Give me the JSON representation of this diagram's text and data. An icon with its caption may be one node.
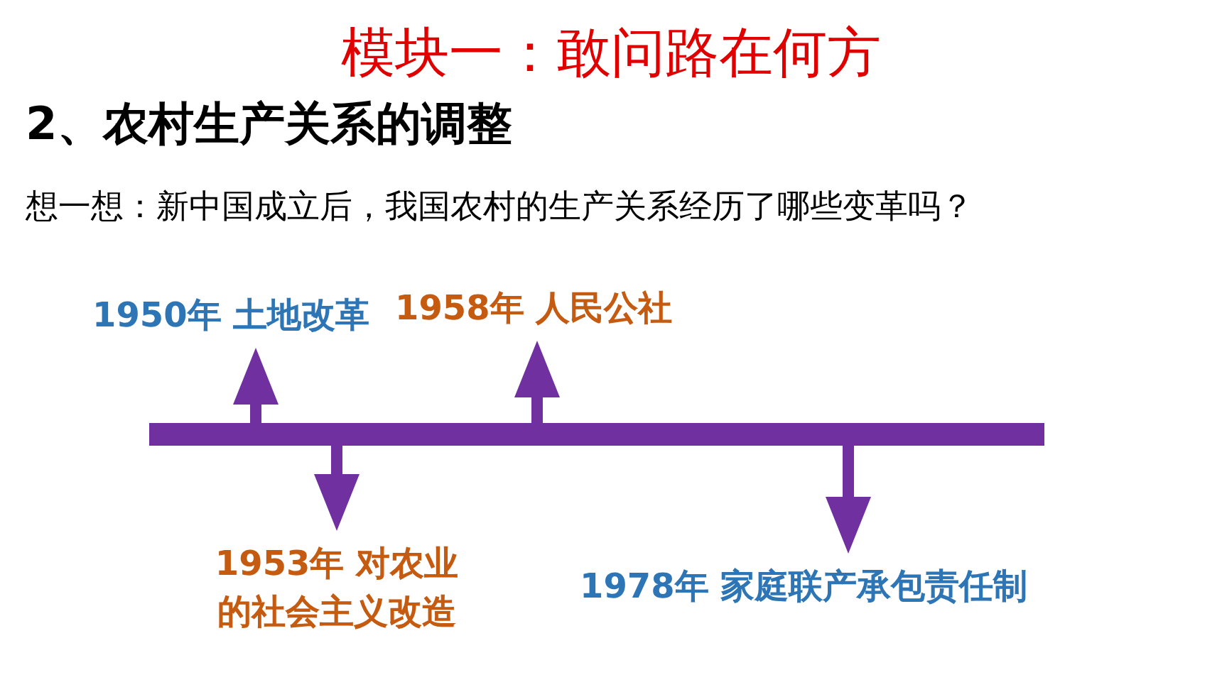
{
  "diagram": {
    "title": "模块一：敢问路在何方",
    "nodes": [
      {
        "text": [],
        "shape": "bar"
      },
      {
        "text": [
          "1950年 土地改革"
        ]
      },
      {
        "text": [
          "1958年 人民公社"
        ]
      },
      {
        "text": [
          "1953年 对农业的社会主义改造"
        ]
      },
      {
        "text": [
          "1978年 家庭联产承包责任制"
        ]
      }
    ],
    "edges": [
      {
        "from": 0,
        "to": 1,
        "arrow": "to"
      },
      {
        "from": 0,
        "to": 2,
        "arrow": "to"
      },
      {
        "from": 0,
        "to": 3,
        "arrow": "to"
      },
      {
        "from": 0,
        "to": 4,
        "arrow": "to"
      }
    ],
    "labels": [
      "2、农村生产关系的调整",
      "想一想：新中国成立后，我国农村的生产关系经历了哪些变革吗？"
    ]
  }
}
